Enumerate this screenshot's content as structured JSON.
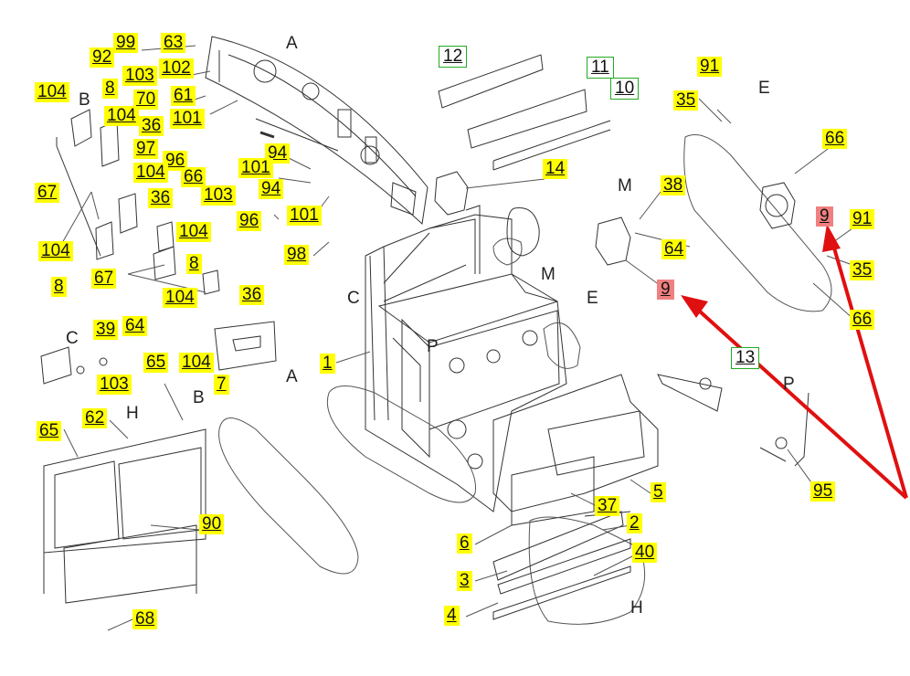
{
  "view_letters": {
    "A1": "A",
    "B1": "B",
    "E1": "E",
    "M1": "M",
    "C1": "C",
    "P1": "P",
    "M2": "M",
    "E2": "E",
    "A2": "A",
    "B2": "B",
    "C2": "C",
    "H1": "H",
    "P2": "P",
    "H2": "H"
  },
  "callouts": {
    "c99": "99",
    "c63": "63",
    "c92": "92",
    "c103a": "103",
    "c102": "102",
    "c104a": "104",
    "c8a": "8",
    "c70": "70",
    "c61": "61",
    "c104b": "104",
    "c36a": "36",
    "c101a": "101",
    "c97": "97",
    "c96a": "96",
    "c66a": "66",
    "c94a": "94",
    "c104c": "104",
    "c101b": "101",
    "c67a": "67",
    "c36b": "36",
    "c103b": "103",
    "c94b": "94",
    "c96b": "96",
    "c101c": "101",
    "c104d": "104",
    "c104e": "104",
    "c98": "98",
    "c8b": "8",
    "c67b": "67",
    "c8c": "8",
    "c104f": "104",
    "c36c": "36",
    "c39": "39",
    "c64a": "64",
    "c103c": "103",
    "c65a": "65",
    "c104g": "104",
    "c7": "7",
    "c1": "1",
    "c65b": "65",
    "c62": "62",
    "c90": "90",
    "c68": "68",
    "c14": "14",
    "c38": "38",
    "c64b": "64",
    "c91a": "91",
    "c35a": "35",
    "c66b": "66",
    "c91b": "91",
    "c35b": "35",
    "c66c": "66",
    "c5": "5",
    "c37": "37",
    "c2": "2",
    "c40": "40",
    "c6": "6",
    "c3": "3",
    "c4": "4",
    "c95": "95"
  },
  "green_callouts": {
    "g12a": "12",
    "g11": "11",
    "g10": "10",
    "g13": "13"
  },
  "red_callouts": {
    "r9a": "9",
    "r9b": "9"
  },
  "colors": {
    "yellow": "#ffff00",
    "green_border": "#22aa22",
    "red_fill": "#f08080",
    "arrow": "#e01010",
    "line": "#333333"
  }
}
